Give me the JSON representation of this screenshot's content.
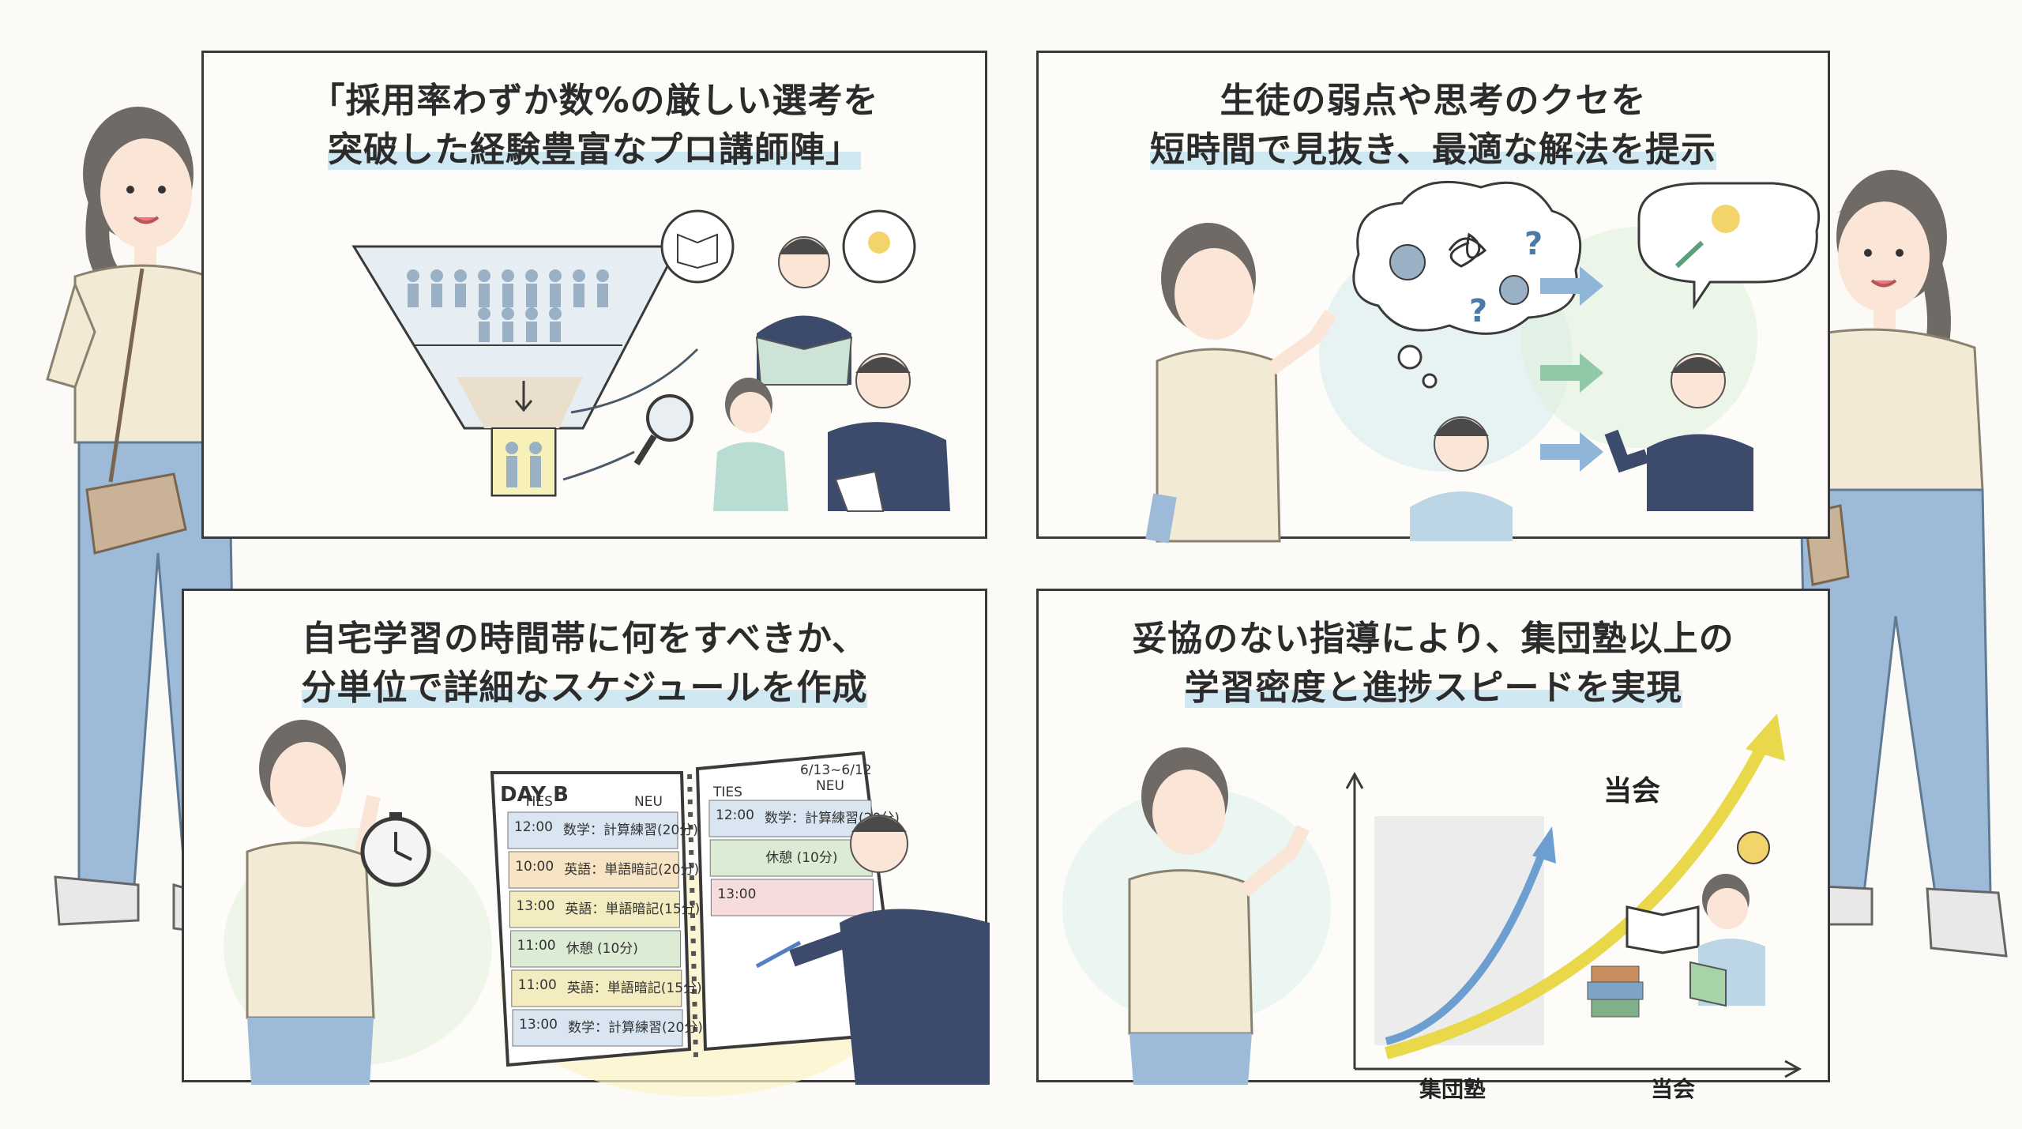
{
  "panels": {
    "p1": {
      "line1": "「採用率わずか数%の厳しい選考を",
      "line2": "突破した経験豊富なプロ講師陣」"
    },
    "p2": {
      "line1": "生徒の弱点や思考のクセを",
      "line2": "短時間で見抜き、最適な解法を提示"
    },
    "p3": {
      "line1": "自宅学習の時間帯に何をすべきか、",
      "line2": "分単位で詳細なスケジュールを作成"
    },
    "p4": {
      "line1": "妥協のない指導により、集団塾以上の",
      "line2": "学習密度と進捗スピードを実現"
    }
  },
  "planner": {
    "title": "DAY B",
    "left_header": [
      "TIES",
      "NEU"
    ],
    "right_header": [
      "TIES",
      "NEU"
    ],
    "corner_text": "6/13~6/12",
    "left_rows": [
      {
        "time": "12:00",
        "task": "数学：計算練習(20分)",
        "color": "#d9e6f2"
      },
      {
        "time": "10:00",
        "task": "英語：単語暗記(20分)",
        "color": "#f6e4c4"
      },
      {
        "time": "13:00",
        "task": "英語：単語暗記(15分)",
        "color": "#f3ecc0"
      },
      {
        "time": "11:00",
        "task": "休憩 (10分)",
        "color": "#dcebd3"
      },
      {
        "time": "11:00",
        "task": "英語：単語暗記(15分)",
        "color": "#f3ecc0"
      },
      {
        "time": "13:00",
        "task": "数学：計算練習(20分)",
        "color": "#d9e6f2"
      }
    ],
    "right_rows": [
      {
        "time": "12:00",
        "task": "数学：計算練習(20分)",
        "color": "#d9e6f2"
      },
      {
        "time": "",
        "task": "休憩 (10分)",
        "color": "#dcebd3"
      },
      {
        "time": "13:00",
        "task": "",
        "color": "#f6dcdc"
      }
    ]
  },
  "growth_chart": {
    "labels": {
      "group": "集団塾",
      "ours": "当会",
      "arrow_label": "当会"
    }
  },
  "colors": {
    "border": "#3a3a3a",
    "highlight": "#cfe8f2",
    "denim": "#9dbbd8",
    "shirt": "#f3ead5",
    "suit": "#3c4a6b"
  }
}
